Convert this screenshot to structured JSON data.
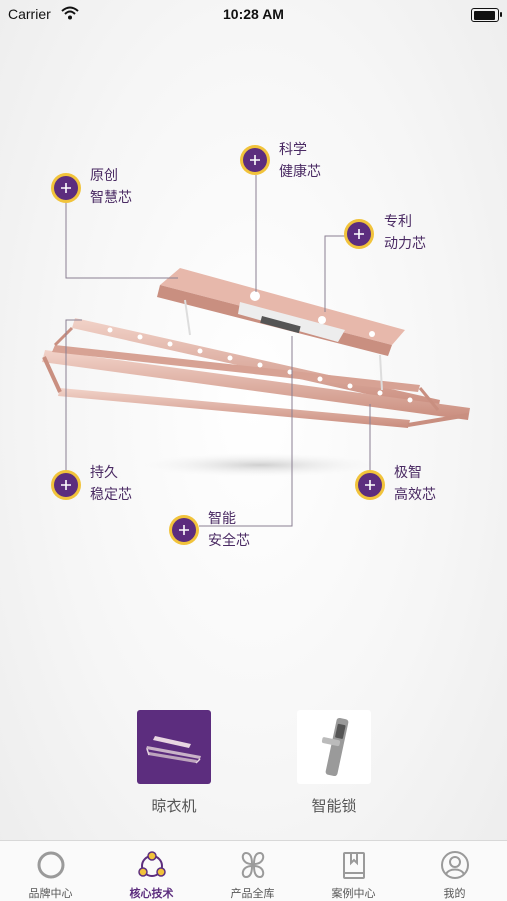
{
  "status_bar": {
    "carrier": "Carrier",
    "time": "10:28 AM"
  },
  "features": [
    {
      "line1": "原创",
      "line2": "智慧芯"
    },
    {
      "line1": "科学",
      "line2": "健康芯"
    },
    {
      "line1": "专利",
      "line2": "动力芯"
    },
    {
      "line1": "持久",
      "line2": "稳定芯"
    },
    {
      "line1": "智能",
      "line2": "安全芯"
    },
    {
      "line1": "极智",
      "line2": "高效芯"
    }
  ],
  "products": [
    {
      "label": "晾衣机",
      "selected": true
    },
    {
      "label": "智能锁",
      "selected": false
    }
  ],
  "tabs": [
    {
      "label": "品牌中心",
      "icon": "circle-icon"
    },
    {
      "label": "核心技术",
      "icon": "nodes-icon",
      "active": true
    },
    {
      "label": "产品全库",
      "icon": "petals-icon"
    },
    {
      "label": "案例中心",
      "icon": "book-icon"
    },
    {
      "label": "我的",
      "icon": "user-icon"
    }
  ],
  "colors": {
    "accent": "#5c2d7e",
    "ring": "#f1c33b",
    "product": "#d9a99b"
  }
}
